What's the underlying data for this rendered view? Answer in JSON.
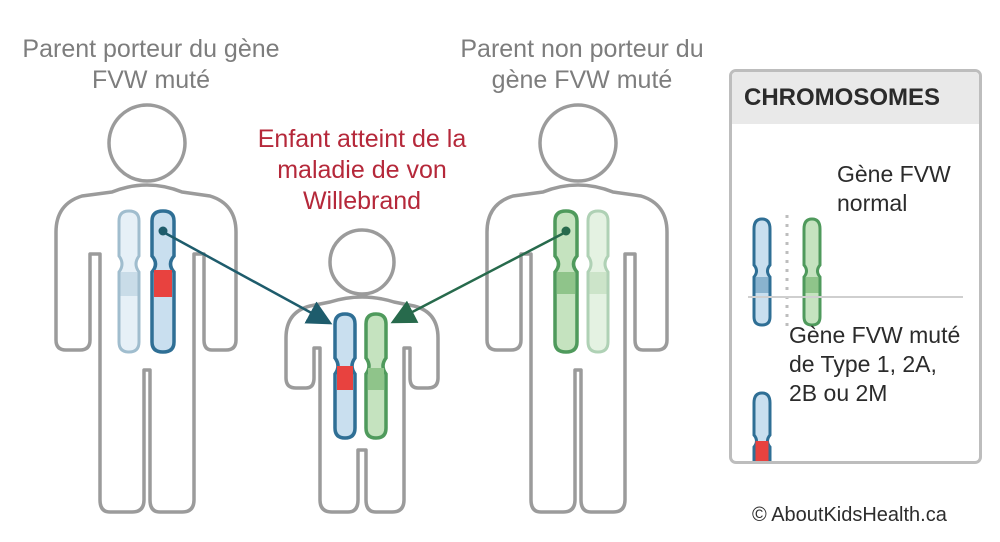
{
  "titles": {
    "parent_carrier": "Parent porteur du gène FVW muté",
    "child": "Enfant atteint de la maladie de von Willebrand",
    "parent_noncarrier": "Parent non porteur du gène FVW muté"
  },
  "legend": {
    "heading": "CHROMOSOMES",
    "normal_label": "Gène FVW normal",
    "mutated_label": "Gène FVW muté de Type 1, 2A, 2B ou 2M"
  },
  "copyright": "© AboutKidsHealth.ca",
  "colors": {
    "blue_outline": "#2f6f95",
    "blue_fill": "#c9dfef",
    "green_outline": "#4f9a5c",
    "green_fill": "#c5e3bf",
    "mutation_red": "#e8423f",
    "body_outline": "#9b9b9b",
    "arrow_teal": "#1e5c6c",
    "arrow_green": "#276a4c"
  }
}
